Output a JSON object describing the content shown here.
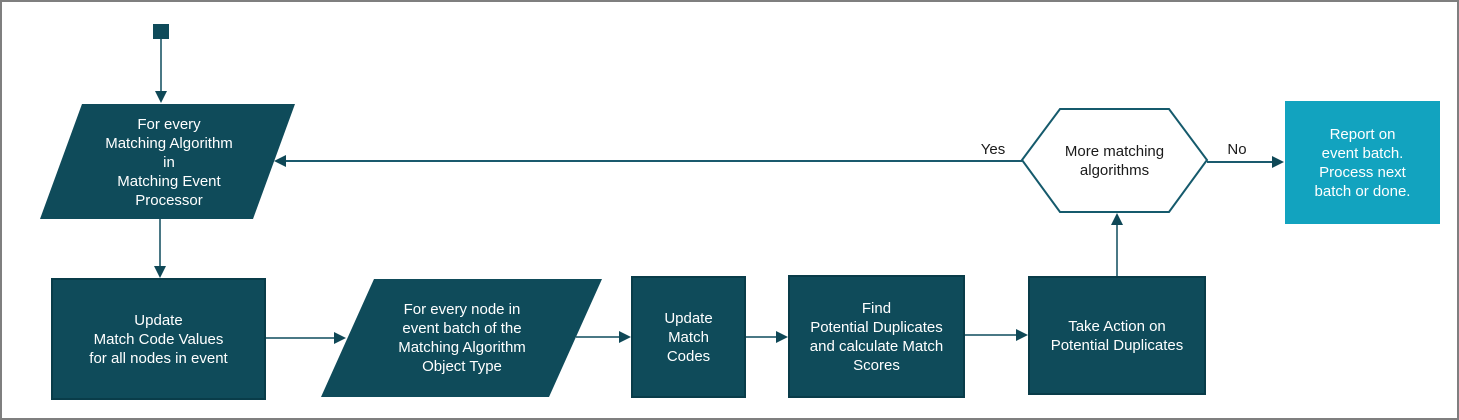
{
  "colors": {
    "node_fill": "#0f4b5a",
    "node_border": "#093c49",
    "report_fill": "#12a3bf",
    "hex_fill": "#ffffff",
    "hex_border": "#155a6c",
    "connector": "#4a7885",
    "connector_loop": "#1a5a6d",
    "arrowhead": "#0f4857",
    "text_light": "#ffffff",
    "text_dark": "#1a1a1a"
  },
  "nodes": {
    "start": {
      "type": "start"
    },
    "loop_algorithms": {
      "type": "parallelogram",
      "label": "For every\nMatching Algorithm\nin\nMatching Event\nProcessor"
    },
    "update_match_code_values": {
      "type": "process",
      "label": "Update\nMatch Code Values\nfor all nodes in event"
    },
    "loop_nodes": {
      "type": "parallelogram",
      "label": "For every node in\nevent batch of the\nMatching Algorithm\nObject Type"
    },
    "update_match_codes": {
      "type": "process",
      "label": "Update\nMatch\nCodes"
    },
    "find_potential_duplicates": {
      "type": "process",
      "label": "Find\nPotential Duplicates\nand calculate Match\nScores"
    },
    "take_action": {
      "type": "process",
      "label": "Take Action on\nPotential Duplicates"
    },
    "more_matching_algorithms": {
      "type": "decision",
      "label": "More matching\nalgorithms"
    },
    "report": {
      "type": "end",
      "label": "Report on\nevent batch.\nProcess next\nbatch or done."
    }
  },
  "edges": {
    "yes_label": "Yes",
    "no_label": "No"
  }
}
